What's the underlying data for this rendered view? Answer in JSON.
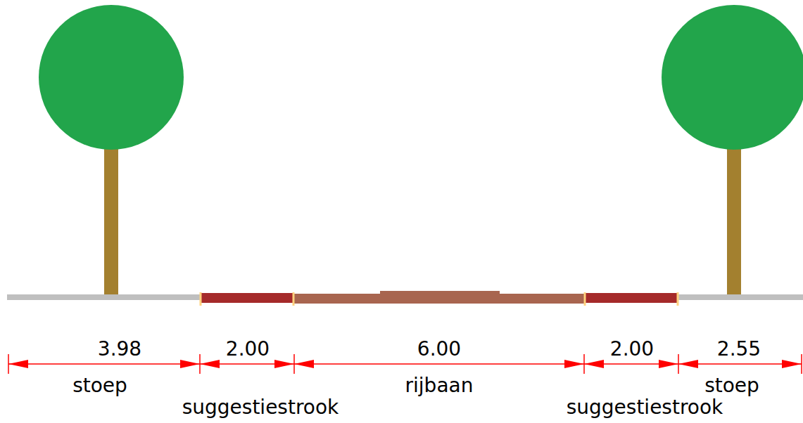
{
  "diagram": {
    "labels": [
      "3.98",
      "2.00",
      "6.00",
      "2.00",
      "2.55",
      "stoep",
      "suggestiestrook",
      "rijbaan",
      "suggestiestrook",
      "stoep"
    ]
  }
}
